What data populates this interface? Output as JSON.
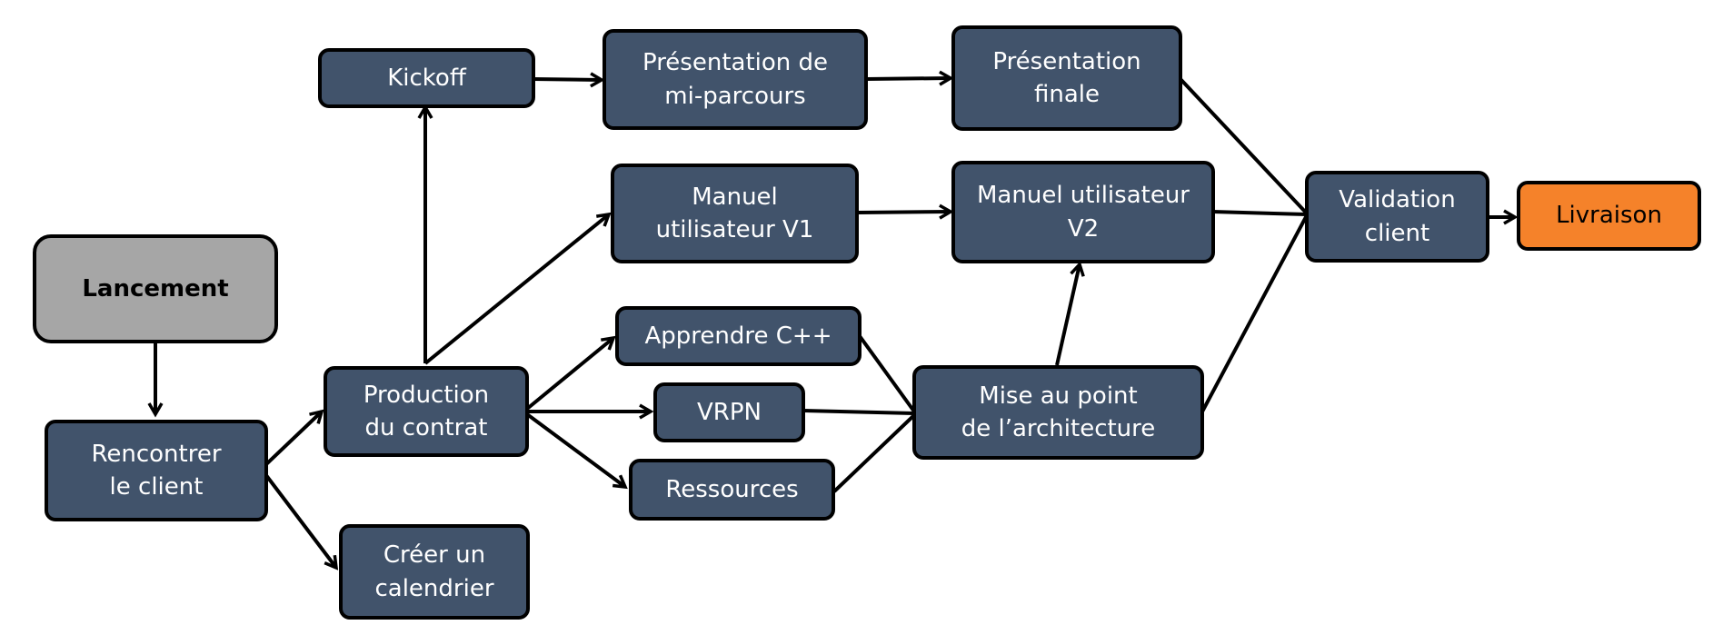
{
  "nodes": {
    "lancement": "Lancement",
    "rencontrer": "Rencontrer\nle client",
    "production": "Production\ndu contrat",
    "calendrier": "Créer un\ncalendrier",
    "kickoff": "Kickoff",
    "mi_parcours": "Présentation de\nmi-parcours",
    "finale": "Présentation\nfinale",
    "manuel_v1": "Manuel\nutilisateur V1",
    "manuel_v2": "Manuel utilisateur\nV2",
    "cpp": "Apprendre C++",
    "vrpn": "VRPN",
    "ressources": "Ressources",
    "architecture": "Mise au point\nde l’architecture",
    "validation": "Validation\nclient",
    "livraison": "Livraison"
  },
  "colors": {
    "task": "#41536b",
    "start": "#a6a6a6",
    "end": "#f5822a",
    "edge": "#000000"
  }
}
